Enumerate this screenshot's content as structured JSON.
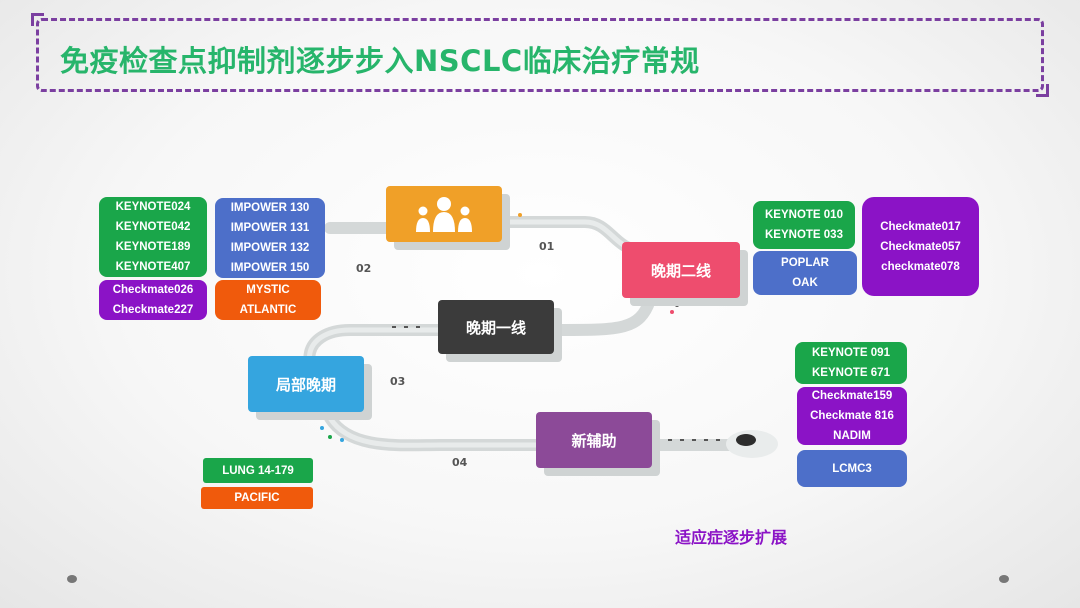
{
  "title": "免疫检查点抑制剂逐步步入NSCLC临床治疗常规",
  "stages": {
    "stage1_people_icon": "people-icon",
    "late_first_line": "晚期一线",
    "late_second_line": "晚期二线",
    "locally_advanced": "局部晚期",
    "neoadjuvant": "新辅助"
  },
  "step_numbers": [
    "01",
    "02",
    "03",
    "04"
  ],
  "trials": {
    "keynote_first": [
      "KEYNOTE024",
      "KEYNOTE042",
      "KEYNOTE189",
      "KEYNOTE407"
    ],
    "checkmate_first": [
      "Checkmate026",
      "Checkmate227"
    ],
    "impower": [
      "IMPOWER 130",
      "IMPOWER 131",
      "IMPOWER 132",
      "IMPOWER 150"
    ],
    "mystic_atlantic": [
      "MYSTIC",
      "ATLANTIC"
    ],
    "keynote_second": [
      "KEYNOTE 010",
      "KEYNOTE 033"
    ],
    "poplar_oak": [
      "POPLAR",
      "OAK"
    ],
    "checkmate_second": [
      "Checkmate017",
      "Checkmate057",
      "checkmate078"
    ],
    "keynote_neo": [
      "KEYNOTE 091",
      "KEYNOTE 671"
    ],
    "checkmate_neo": [
      "Checkmate159",
      "Checkmate 816",
      "NADIM"
    ],
    "lcmc": [
      "LCMC3"
    ],
    "lung": [
      "LUNG 14-179"
    ],
    "pacific": [
      "PACIFIC"
    ]
  },
  "footer": "适应症逐步扩展",
  "colors": {
    "title_green": "#27b56b",
    "frame_purple": "#7b3fa0",
    "box_green": "#1aa64a",
    "box_purple": "#8b13c6",
    "box_blue": "#4d6fc9",
    "box_orange": "#f05a0c",
    "stage_orange": "#f0a028",
    "stage_pink": "#ee4d6e",
    "stage_dark": "#3b3b3b",
    "stage_blue": "#35a5df",
    "stage_violet": "#8c4a98"
  }
}
